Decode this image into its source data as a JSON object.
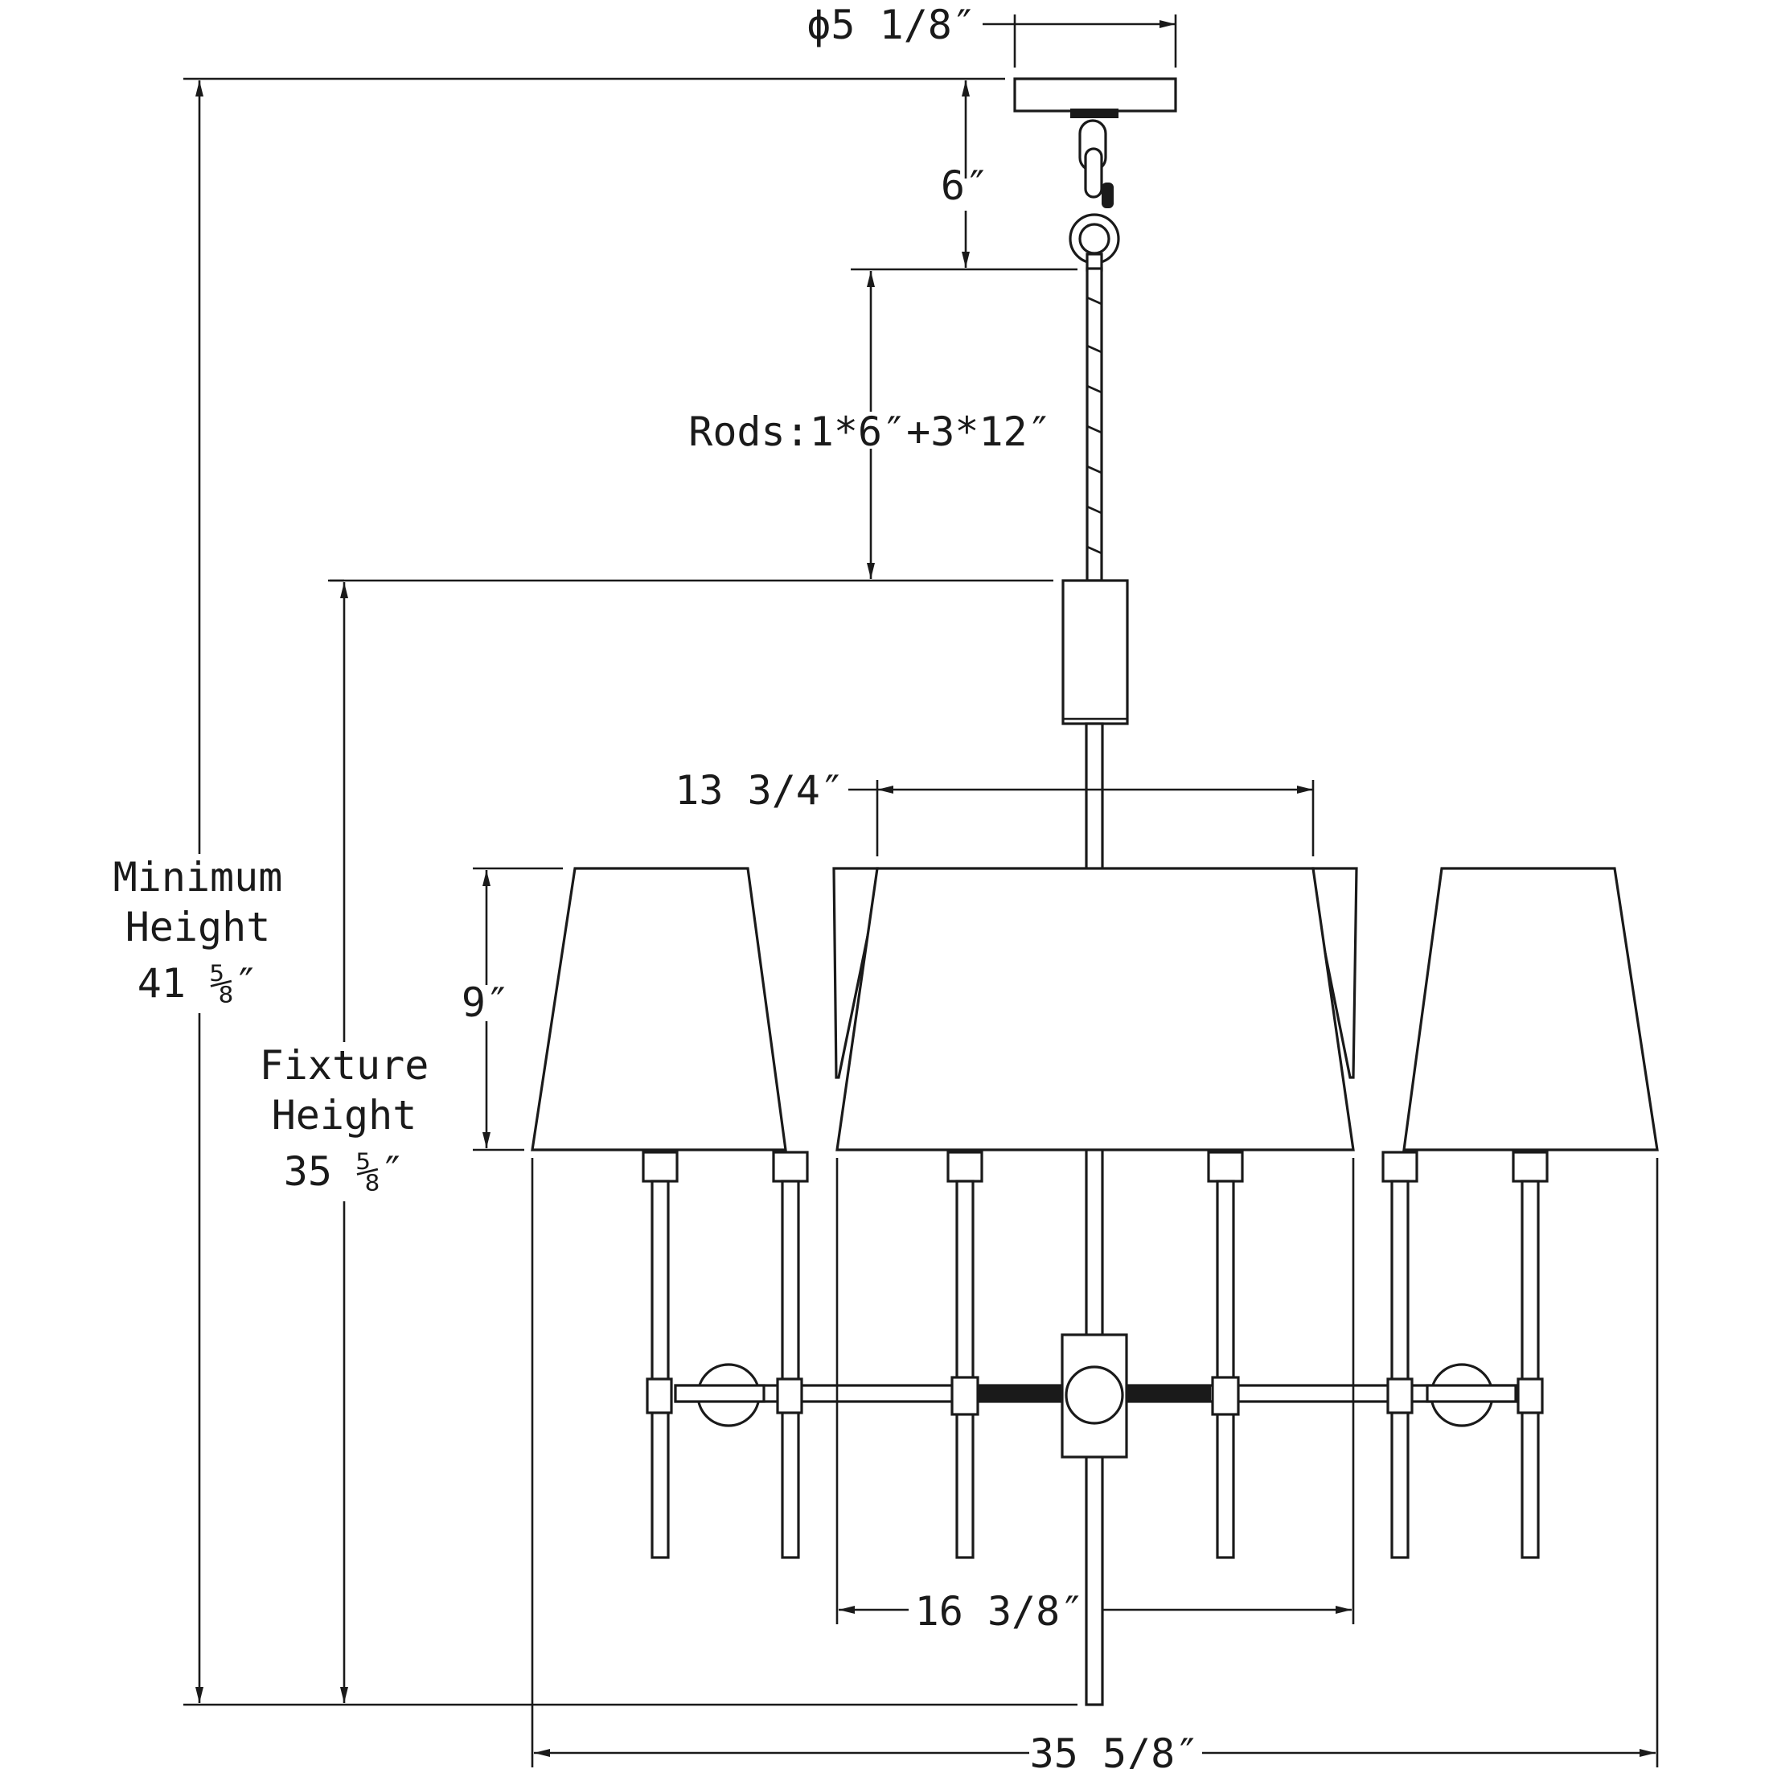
{
  "dimensions": {
    "canopy_diameter": "ϕ5 1/8″",
    "chain_length": "6″",
    "rods": "Rods:1*6″+3*12″",
    "top_span": "13 3/4″",
    "shade_height": "9″",
    "minimum_height": {
      "line1": "Minimum",
      "line2": "Height",
      "line3": "41 ⅝″"
    },
    "fixture_height": {
      "line1": "Fixture",
      "line2": "Height",
      "line3": "35 ⅝″"
    },
    "inner_width": "16 3/8″",
    "overall_width": "35 5/8″"
  },
  "colors": {
    "ink": "#1a1a1a",
    "paper": "#ffffff"
  }
}
